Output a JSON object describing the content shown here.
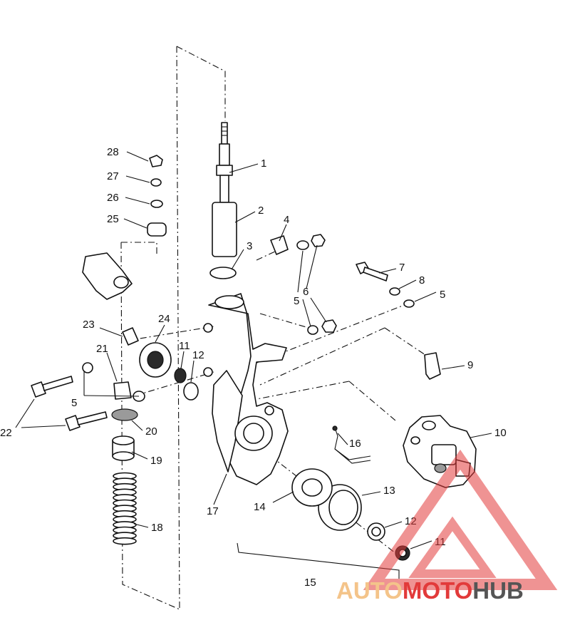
{
  "labels": [
    {
      "id": "1",
      "text": "1"
    },
    {
      "id": "2",
      "text": "2"
    },
    {
      "id": "3",
      "text": "3"
    },
    {
      "id": "4",
      "text": "4"
    },
    {
      "id": "5a",
      "text": "5"
    },
    {
      "id": "5b",
      "text": "5"
    },
    {
      "id": "5c",
      "text": "5"
    },
    {
      "id": "6",
      "text": "6"
    },
    {
      "id": "7",
      "text": "7"
    },
    {
      "id": "8",
      "text": "8"
    },
    {
      "id": "9",
      "text": "9"
    },
    {
      "id": "10",
      "text": "10"
    },
    {
      "id": "11a",
      "text": "11"
    },
    {
      "id": "11b",
      "text": "11"
    },
    {
      "id": "12a",
      "text": "12"
    },
    {
      "id": "12b",
      "text": "12"
    },
    {
      "id": "13",
      "text": "13"
    },
    {
      "id": "14",
      "text": "14"
    },
    {
      "id": "15",
      "text": "15"
    },
    {
      "id": "16",
      "text": "16"
    },
    {
      "id": "17",
      "text": "17"
    },
    {
      "id": "18",
      "text": "18"
    },
    {
      "id": "19",
      "text": "19"
    },
    {
      "id": "20",
      "text": "20"
    },
    {
      "id": "21",
      "text": "21"
    },
    {
      "id": "22",
      "text": "22"
    },
    {
      "id": "23",
      "text": "23"
    },
    {
      "id": "24",
      "text": "24"
    },
    {
      "id": "25",
      "text": "25"
    },
    {
      "id": "26",
      "text": "26"
    },
    {
      "id": "27",
      "text": "27"
    },
    {
      "id": "28",
      "text": "28"
    }
  ],
  "watermark": {
    "part1": "AUTO",
    "part2": "MOTO",
    "part3": "HUB",
    "color_light": "#f4c48a",
    "color_red": "#e23a3a",
    "color_dark": "#555555"
  }
}
